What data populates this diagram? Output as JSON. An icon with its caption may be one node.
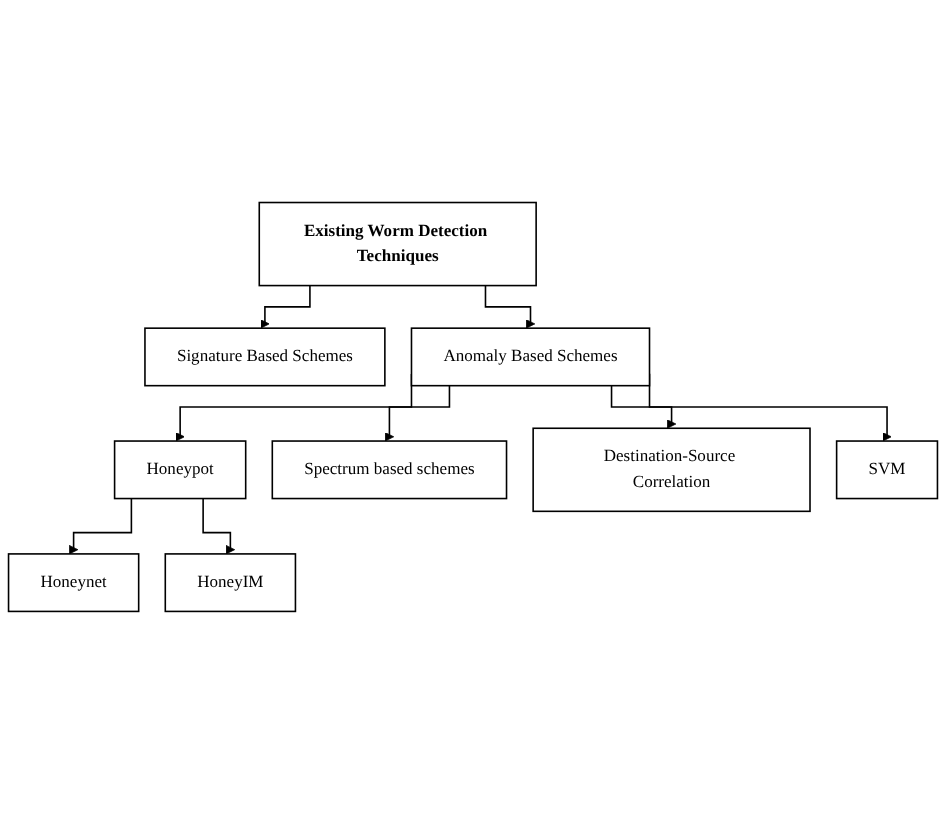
{
  "diagram": {
    "nodes": [
      {
        "text": [
          "Existing Worm Detection Techniques"
        ]
      },
      {
        "text": [
          "Signature Based Schemes"
        ]
      },
      {
        "text": [
          "Anomaly Based Schemes"
        ]
      },
      {
        "text": [
          "Honeypot"
        ]
      },
      {
        "text": [
          "Spectrum based schemes"
        ]
      },
      {
        "text": [
          "Destination-Source Correlation"
        ]
      },
      {
        "text": [
          "Honeynet"
        ]
      },
      {
        "text": [
          "HoneyIM"
        ]
      },
      {
        "text": [
          "SVM"
        ]
      }
    ],
    "edges": [
      {
        "from": 0,
        "to": 1,
        "arrow": "to"
      },
      {
        "from": 0,
        "to": 2,
        "arrow": "to"
      },
      {
        "from": 2,
        "to": 3,
        "arrow": "to"
      },
      {
        "from": 2,
        "to": 4,
        "arrow": "to"
      },
      {
        "from": 2,
        "to": 5,
        "arrow": "to"
      },
      {
        "from": 2,
        "to": 8,
        "arrow": "to"
      },
      {
        "from": 3,
        "to": 6,
        "arrow": "to"
      },
      {
        "from": 3,
        "to": 7,
        "arrow": "to"
      }
    ]
  }
}
